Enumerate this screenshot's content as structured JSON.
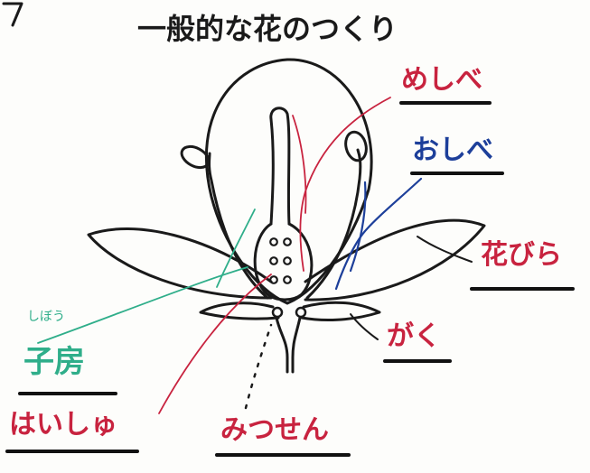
{
  "title": "一般的な花のつくり",
  "corner_mark": "7",
  "colors": {
    "ink": "#1a1a1a",
    "pistil": "#c8233f",
    "stamen": "#1d3f9a",
    "ovary": "#2fae8a",
    "ovule": "#c8233f",
    "underline": "#111111"
  },
  "labels": {
    "pistil": "めしべ",
    "stamen": "おしべ",
    "petal": "花びら",
    "sepal": "がく",
    "ovary_reading": "しぼう",
    "ovary": "子房",
    "ovule": "はいしゅ",
    "nectary": "みつせん"
  }
}
